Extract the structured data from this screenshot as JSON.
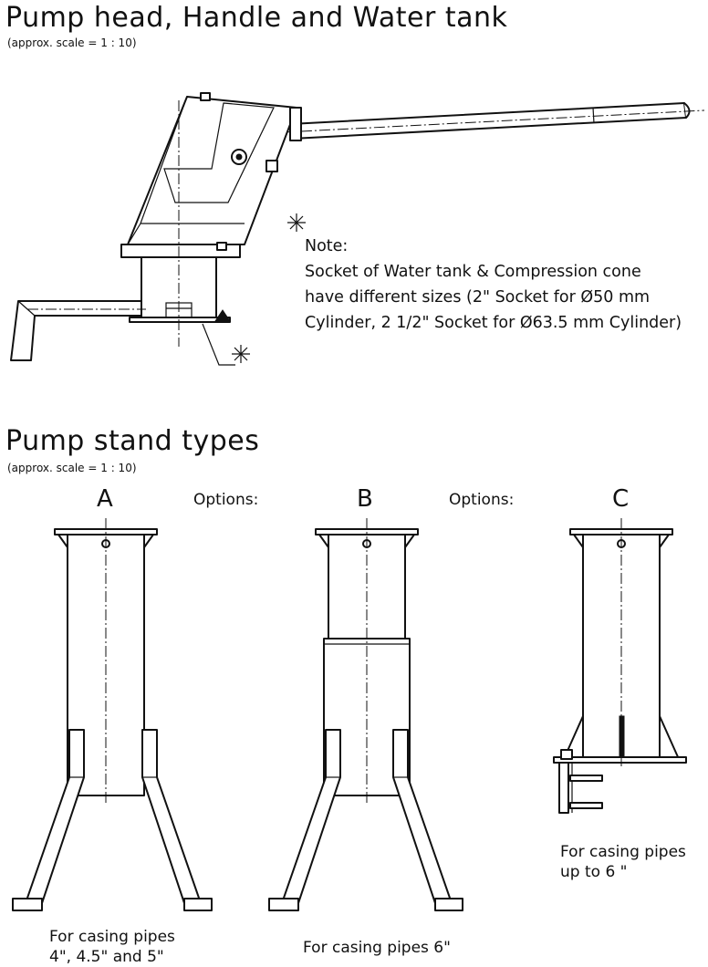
{
  "section1": {
    "title": "Pump head, Handle and Water tank",
    "scale": "(approx. scale = 1 : 10)",
    "note": {
      "heading": "Note:",
      "lines": [
        "Socket of Water tank & Compression cone",
        "have different sizes (2\" Socket for Ø50 mm",
        "Cylinder, 2 1/2\" Socket for Ø63.5 mm Cylinder)"
      ]
    }
  },
  "section2": {
    "title": "Pump stand types",
    "scale": "(approx. scale = 1 : 10)",
    "options_label": "Options:",
    "stands": [
      {
        "label": "A",
        "caption": [
          "For casing pipes",
          "4\", 4.5\" and 5\""
        ]
      },
      {
        "label": "B",
        "caption": [
          "For casing pipes 6\""
        ]
      },
      {
        "label": "C",
        "caption": [
          "For casing pipes",
          "up to 6 \""
        ]
      }
    ]
  }
}
